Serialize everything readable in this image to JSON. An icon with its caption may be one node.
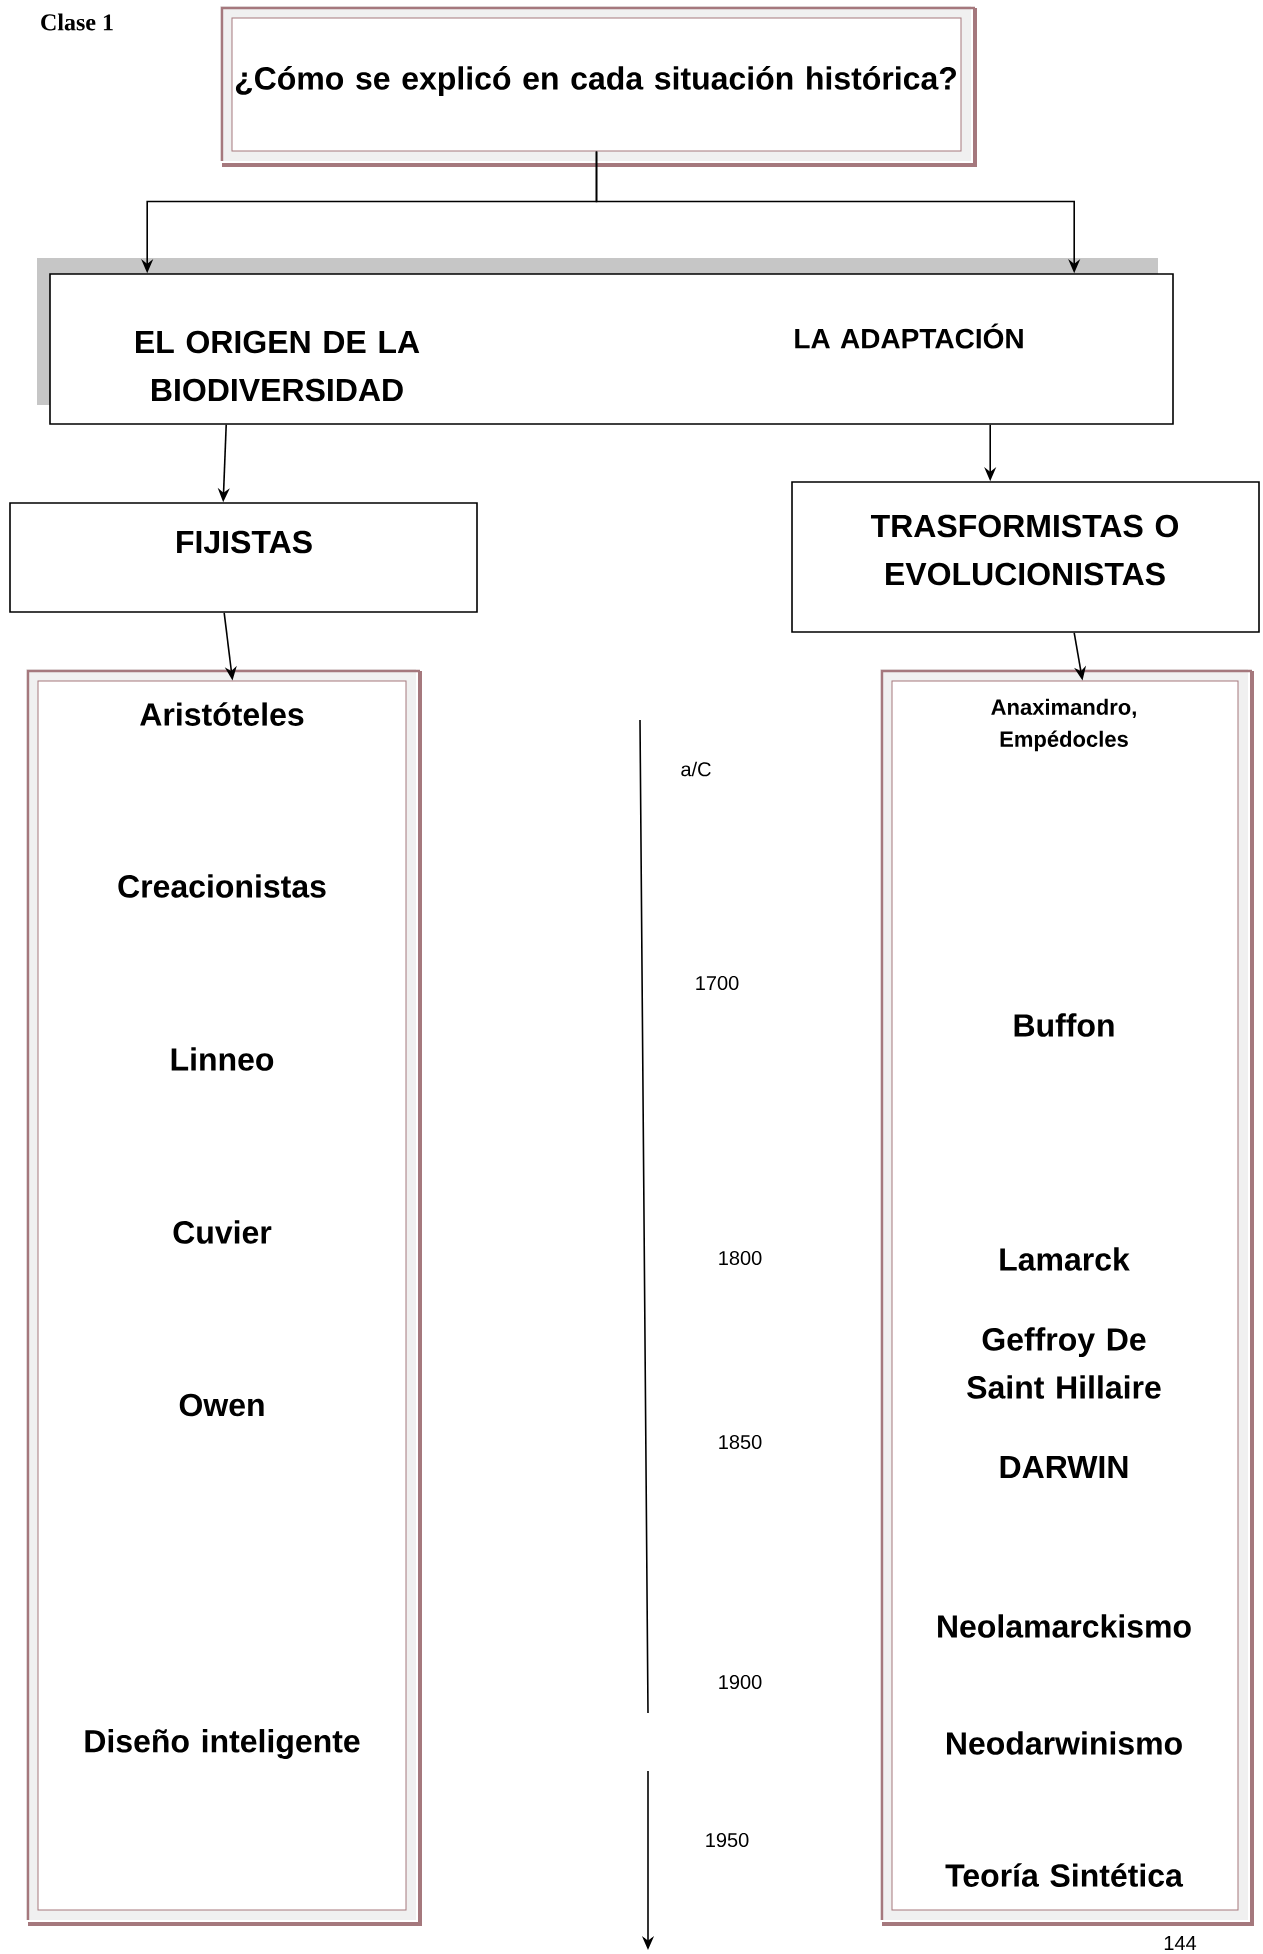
{
  "diagram": {
    "nodes": [
      {
        "text": [
          "¿Cómo se explicó en cada situación histórica?"
        ]
      },
      {
        "text": [
          "EL ORIGEN DE LA BIODIVERSIDAD",
          "LA ADAPTACIÓN"
        ]
      },
      {
        "text": [
          "FIJISTAS"
        ]
      },
      {
        "text": [
          "TRASFORMISTAS O EVOLUCIONISTAS"
        ]
      },
      {
        "text": [
          "Aristóteles",
          "Creacionistas",
          "Linneo",
          "Cuvier",
          "Owen",
          "Diseño inteligente"
        ]
      },
      {
        "text": [
          "Anaximandro, Empédocles",
          "Buffon",
          "Lamarck",
          "Geffroy De Saint Hillaire",
          "DARWIN",
          "Neolamarckismo",
          "Neodarwinismo",
          "Teoría Sintética"
        ]
      }
    ],
    "edges": [
      {
        "from": 0,
        "to": 1,
        "arrow": "to"
      },
      {
        "from": 0,
        "to": 1,
        "arrow": "to"
      },
      {
        "from": 1,
        "to": 2,
        "arrow": "to"
      },
      {
        "from": 1,
        "to": 3,
        "arrow": "to"
      },
      {
        "from": 2,
        "to": 4,
        "arrow": "to"
      },
      {
        "from": 3,
        "to": 5,
        "arrow": "to"
      }
    ],
    "labels": [
      "Clase 1",
      "a/C",
      "1700",
      "1800",
      "1850",
      "1900",
      "1950",
      "144"
    ]
  }
}
